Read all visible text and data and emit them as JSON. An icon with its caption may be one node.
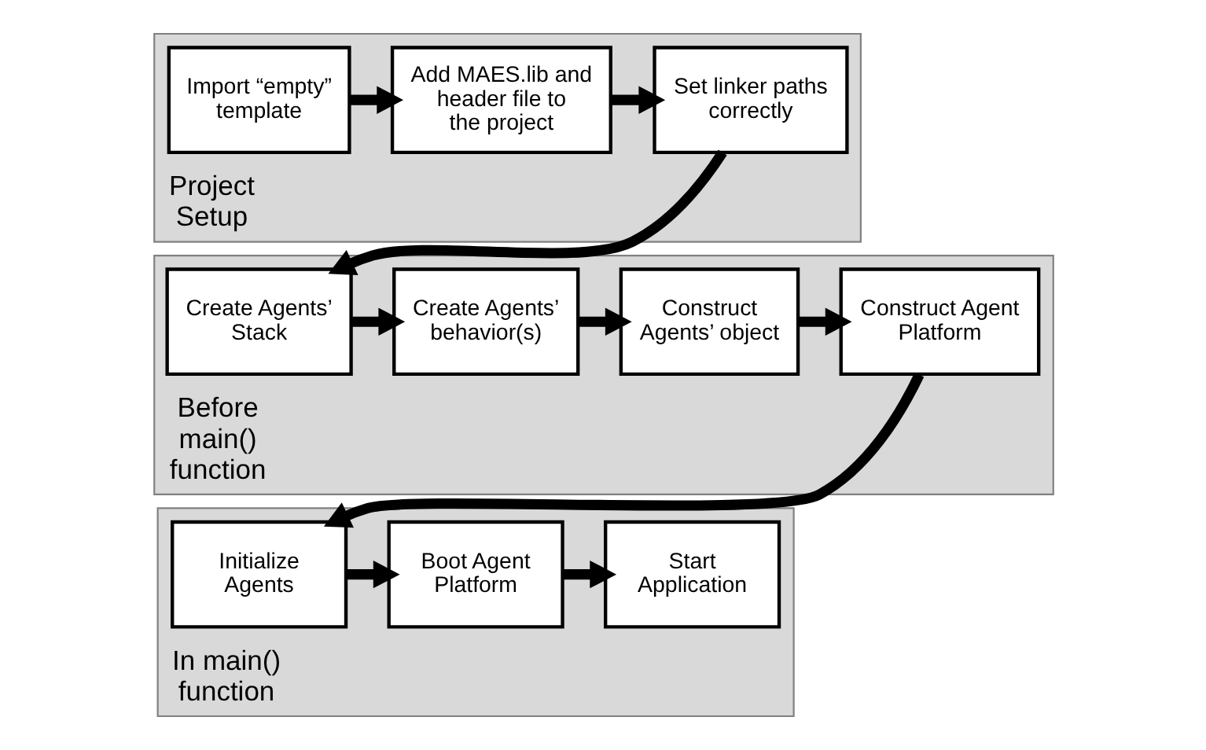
{
  "diagram": {
    "nodes": [
      {
        "text": [
          "Project Setup"
        ]
      },
      {
        "text": [
          "Import “empty” template"
        ],
        "in": 0
      },
      {
        "text": [
          "Add MAES.lib and header file to the project"
        ],
        "in": 0
      },
      {
        "text": [
          "Set linker paths correctly"
        ],
        "in": 0
      },
      {
        "text": [
          "Before main() function"
        ]
      },
      {
        "text": [
          "Create Agents’ Stack"
        ],
        "in": 4
      },
      {
        "text": [
          "Create Agents’ behavior(s)"
        ],
        "in": 4
      },
      {
        "text": [
          "Construct Agents’ object"
        ],
        "in": 4
      },
      {
        "text": [
          "Construct Agent Platform"
        ],
        "in": 4
      },
      {
        "text": [
          "In main() function"
        ]
      },
      {
        "text": [
          "Initialize Agents"
        ],
        "in": 9
      },
      {
        "text": [
          "Boot Agent Platform"
        ],
        "in": 9
      },
      {
        "text": [
          "Start Application"
        ],
        "in": 9
      }
    ],
    "edges": [
      {
        "from": 1,
        "to": 2,
        "arrow": "to"
      },
      {
        "from": 2,
        "to": 3,
        "arrow": "to"
      },
      {
        "from": 3,
        "to": 5,
        "arrow": "to"
      },
      {
        "from": 5,
        "to": 6,
        "arrow": "to"
      },
      {
        "from": 6,
        "to": 7,
        "arrow": "to"
      },
      {
        "from": 7,
        "to": 8,
        "arrow": "to"
      },
      {
        "from": 8,
        "to": 10,
        "arrow": "to"
      },
      {
        "from": 10,
        "to": 11,
        "arrow": "to"
      },
      {
        "from": 11,
        "to": 12,
        "arrow": "to"
      }
    ]
  }
}
